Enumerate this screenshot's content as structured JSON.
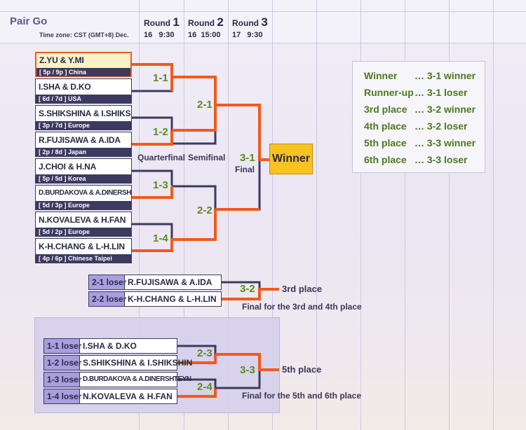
{
  "header": {
    "title": "Pair Go",
    "timezone": "Time zone: CST (GMT+8)",
    "dec": "Dec.",
    "rounds": [
      {
        "word": "Round",
        "num": "1",
        "date": "16",
        "time": "9:30"
      },
      {
        "word": "Round",
        "num": "2",
        "date": "16",
        "time": "15:00"
      },
      {
        "word": "Round",
        "num": "3",
        "date": "17",
        "time": "9:30"
      }
    ]
  },
  "teams": [
    {
      "name": "Z.YU & Y.MI",
      "rank": "[ 5p / 9p ] China",
      "highlight": true
    },
    {
      "name": "I.SHA & D.KO",
      "rank": "[ 6d / 7d ] USA"
    },
    {
      "name": "S.SHIKSHINA & I.SHIKSHIN",
      "rank": "[ 3p / 7d ] Europe"
    },
    {
      "name": "R.FUJISAWA & A.IDA",
      "rank": "[ 2p / 8d ] Japan"
    },
    {
      "name": "J.CHOI & H.NA",
      "rank": "[ 5p / 5d ] Korea"
    },
    {
      "name": "D.BURDAKOVA & A.DINERSHTEYN",
      "rank": "[ 5d / 3p ] Europe"
    },
    {
      "name": "N.KOVALEVA & H.FAN",
      "rank": "[ 5d / 2p ] Europe"
    },
    {
      "name": "K-H.CHANG & L-H.LIN",
      "rank": "[ 4p / 6p ] Chinese Taipei"
    }
  ],
  "matches": {
    "m11": "1-1",
    "m12": "1-2",
    "m13": "1-3",
    "m14": "1-4",
    "m21": "2-1",
    "m22": "2-2",
    "m31": "3-1",
    "m32": "3-2",
    "m33": "3-3",
    "m23": "2-3",
    "m24": "2-4"
  },
  "stages": {
    "quarterfinal": "Quarterfinal",
    "semifinal": "Semifinal",
    "final": "Final",
    "winner": "Winner",
    "third_place": "3rd place",
    "third_final": "Final for the 3rd and 4th place",
    "fifth_place": "5th place",
    "fifth_final": "Final for the 5th and 6th place"
  },
  "legend": [
    {
      "place": "Winner",
      "rule": "… 3-1 winner"
    },
    {
      "place": "Runner-up",
      "rule": "… 3-1 loser"
    },
    {
      "place": "3rd place",
      "rule": "… 3-2 winner"
    },
    {
      "place": "4th place",
      "rule": "… 3-2 loser"
    },
    {
      "place": "5th place",
      "rule": "… 3-3 winner"
    },
    {
      "place": "6th place",
      "rule": "… 3-3 loser"
    }
  ],
  "third_place_match": [
    {
      "tag": "2-1 loser",
      "name": "R.FUJISAWA & A.IDA"
    },
    {
      "tag": "2-2 loser",
      "name": "K-H.CHANG & L-H.LIN"
    }
  ],
  "fifth_place_matches": [
    {
      "tag": "1-1 loser",
      "name": "I.SHA & D.KO"
    },
    {
      "tag": "1-2 loser",
      "name": "S.SHIKSHINA & I.SHIKSHIN"
    },
    {
      "tag": "1-3 loser",
      "name": "D.BURDAKOVA & A.DINERSHTEYN"
    },
    {
      "tag": "1-4 loser",
      "name": "N.KOVALEVA & H.FAN"
    }
  ],
  "colors": {
    "winner_path": "#f05a1e",
    "loser_path": "#3d3a60",
    "match_label": "#5a8a1e",
    "winner_box": "#f7c321"
  }
}
